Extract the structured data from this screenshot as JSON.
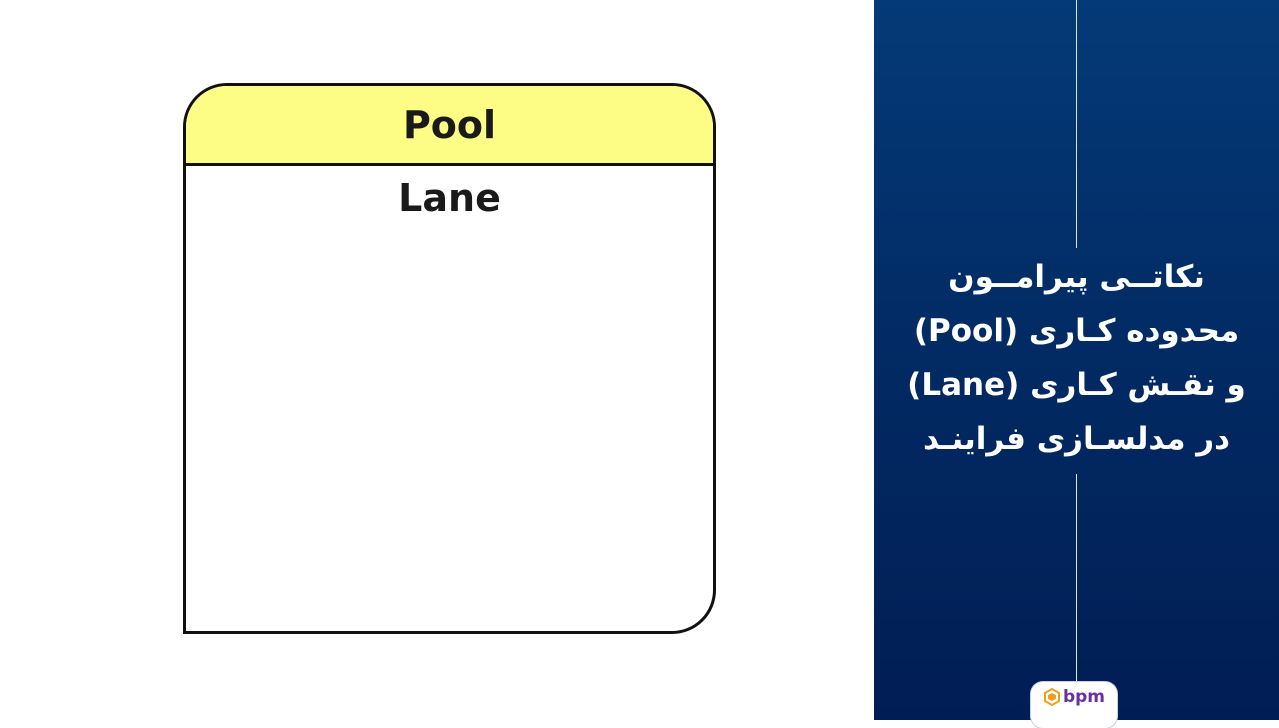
{
  "diagram": {
    "pool_label": "Pool",
    "lane_label": "Lane",
    "colors": {
      "pool_header": "#fdfc84",
      "border": "#111111"
    }
  },
  "side_panel": {
    "title_lines": [
      "نکاتــی پیرامــون",
      "محدوده کـاری (Pool)",
      "و نقـش کـاری (Lane)",
      "در مدلسـازی فراینـد"
    ],
    "colors": {
      "gradient_top": "#043a78",
      "gradient_bottom": "#011d55"
    }
  },
  "logo": {
    "text": "bpm",
    "icon": "bpm-logo-icon"
  }
}
